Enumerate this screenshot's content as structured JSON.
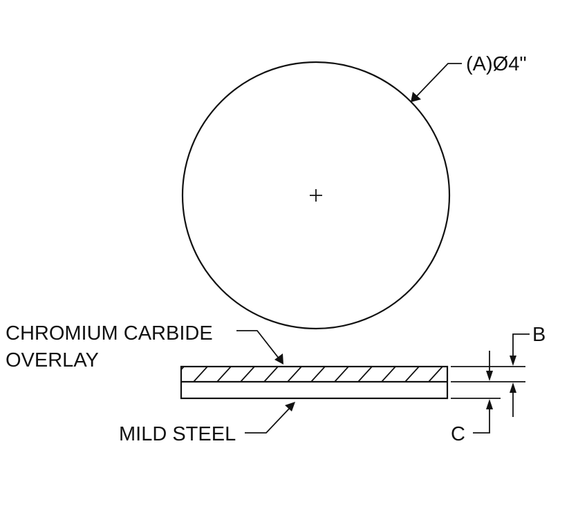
{
  "labels": {
    "diameter": "(A)Ø4\"",
    "overlay_line1": "CHROMIUM CARBIDE",
    "overlay_line2": "OVERLAY",
    "base": "MILD STEEL",
    "dim_b": "B",
    "dim_c": "C"
  },
  "colors": {
    "line": "#111111",
    "background": "#ffffff"
  }
}
